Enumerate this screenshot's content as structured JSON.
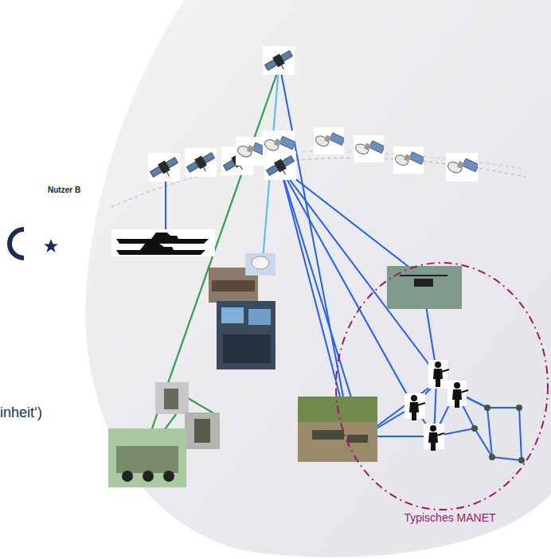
{
  "diagram": {
    "nodes": [
      {
        "text": [
          "Typisches MANET"
        ]
      }
    ],
    "labels": [
      "Nutzer B",
      "inheit‘)"
    ]
  }
}
